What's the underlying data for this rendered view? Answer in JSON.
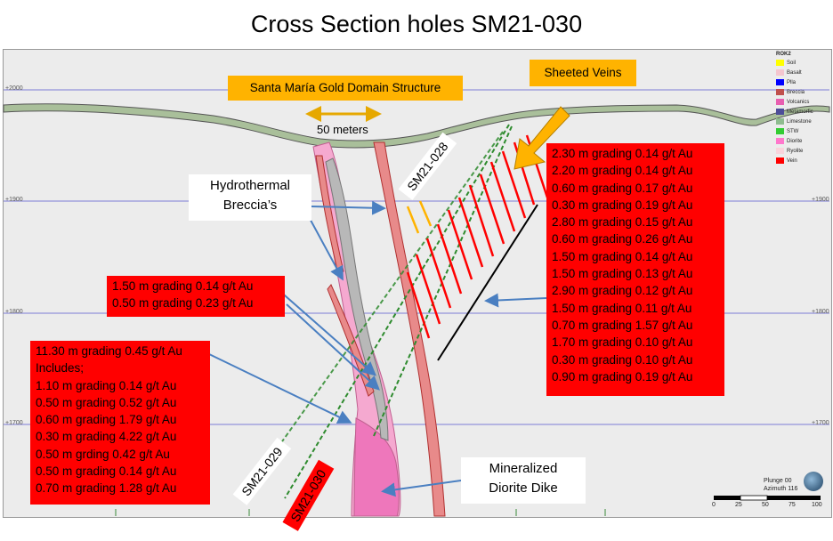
{
  "title": "Cross Section holes SM21-030",
  "elevations": {
    "e2000": "+2000",
    "e1900": "+1900",
    "e1800": "+1800",
    "e1700": "+1700"
  },
  "labels": {
    "gold_domain": "Santa María Gold Domain Structure",
    "sheeted_veins": "Sheeted Veins",
    "scale_text": "50 meters",
    "hydrothermal": [
      "Hydrothermal",
      "Breccia’s"
    ],
    "dike": [
      "Mineralized",
      "Diorite Dike"
    ]
  },
  "holes": {
    "h028": "SM21-028",
    "h029": "SM21-029",
    "h030": "SM21-030"
  },
  "intercepts_right": [
    "2.30 m grading 0.14 g/t Au",
    "2.20 m grading 0.14 g/t Au",
    "0.60 m grading 0.17 g/t Au",
    "0.30 m grading 0.19 g/t Au",
    "2.80 m grading 0.15 g/t Au",
    "0.60 m grading 0.26 g/t Au",
    "1.50 m grading 0.14 g/t Au",
    "1.50 m grading 0.13 g/t Au",
    "2.90 m grading 0.12 g/t Au",
    "1.50 m grading 0.11 g/t Au",
    "0.70 m grading 1.57 g/t Au",
    "1.70 m grading 0.10 g/t Au",
    "0.30 m grading 0.10 g/t Au",
    "0.90 m grading 0.19 g/t Au"
  ],
  "intercepts_mid": [
    "1.50 m grading 0.14 g/t Au",
    "0.50 m grading 0.23 g/t Au"
  ],
  "intercepts_left": [
    "11.30 m grading 0.45 g/t Au",
    "Includes;",
    "1.10 m grading 0.14 g/t Au",
    "0.50 m grading 0.52 g/t Au",
    "0.60 m grading 1.79 g/t Au",
    "0.30 m grading 4.22 g/t Au",
    "0.50 m grding 0.42 g/t Au",
    "0.50 m grading 0.14 g/t Au",
    "0.70 m grading 1.28 g/t Au"
  ],
  "legend": {
    "title": "ROK2",
    "items": [
      {
        "name": "Soil",
        "color": "#ffff00"
      },
      {
        "name": "Basalt",
        "color": "#f4c6cf"
      },
      {
        "name": "Plla",
        "color": "#0000ff"
      },
      {
        "name": "Breccia",
        "color": "#c0504d"
      },
      {
        "name": "Volcanics",
        "color": "#e85fb0"
      },
      {
        "name": "Metamorfic",
        "color": "#4d4d99"
      },
      {
        "name": "Limestone",
        "color": "#8fbc8f"
      },
      {
        "name": "STW",
        "color": "#33cc33"
      },
      {
        "name": "Diorite",
        "color": "#ff77cc"
      },
      {
        "name": "Ryolite",
        "color": "#f9d4dc"
      },
      {
        "name": "Vein",
        "color": "#ff0000"
      }
    ]
  },
  "scalebar": {
    "ticks": [
      "0",
      "25",
      "50",
      "75",
      "100"
    ]
  },
  "view": {
    "plunge": "Plunge 00",
    "azimuth": "Azimuth 116"
  },
  "colors": {
    "intercept_box": "#ff0000",
    "callout_orange": "#ffb300",
    "vein": "#ff0000",
    "drill_trace": "#2e8b2e",
    "arrow": "#4a7fc1"
  }
}
